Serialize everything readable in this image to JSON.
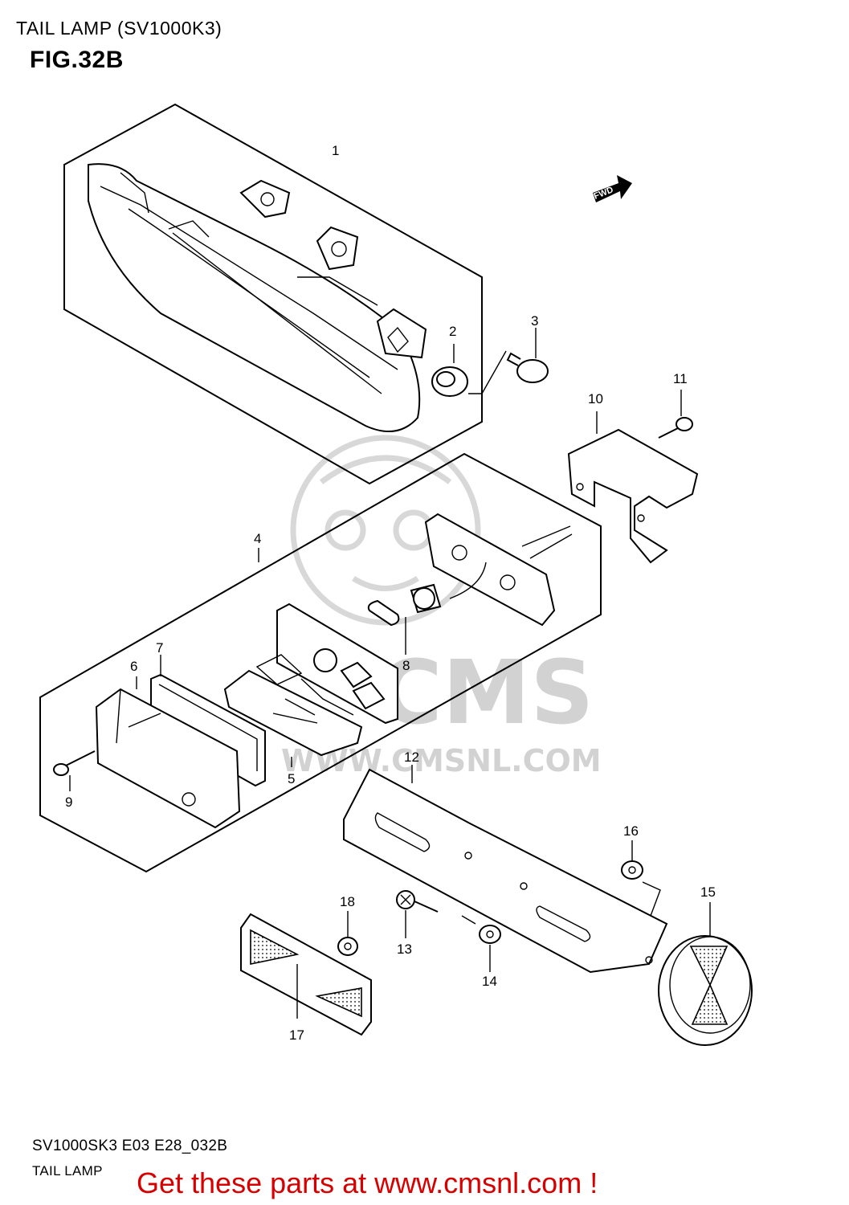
{
  "header": {
    "title": "TAIL LAMP (SV1000K3)",
    "figure": "FIG.32B"
  },
  "watermark": {
    "brand": "CMS",
    "url": "WWW.CMSNL.COM"
  },
  "direction_marker": "FWD",
  "callouts": [
    "1",
    "2",
    "3",
    "4",
    "5",
    "6",
    "7",
    "8",
    "9",
    "10",
    "11",
    "12",
    "13",
    "14",
    "15",
    "16",
    "17",
    "18"
  ],
  "footer": {
    "code": "SV1000SK3 E03 E28_032B",
    "caption": "TAIL LAMP",
    "cta": "Get these parts at www.cmsnl.com !"
  },
  "colors": {
    "cta": "#d60000",
    "watermark": "#d8d8d8"
  }
}
